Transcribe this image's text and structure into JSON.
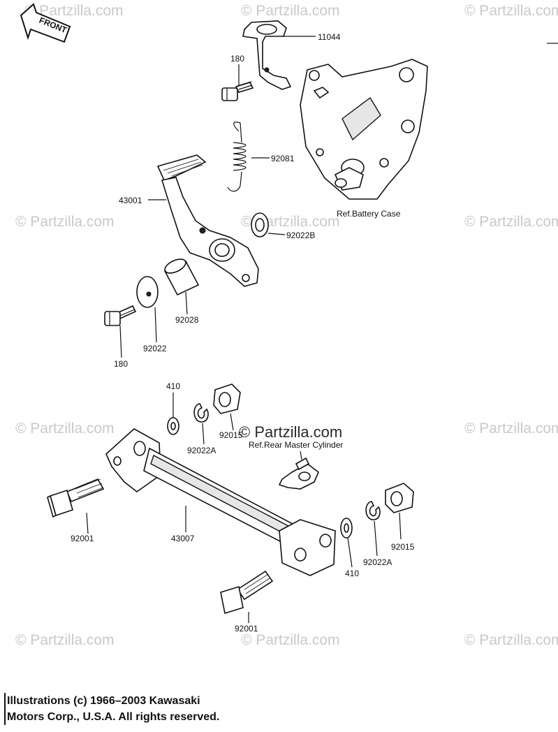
{
  "front_arrow": "FRONT",
  "watermark": "© Partzilla.com",
  "watermark_center": "© Partzilla.com",
  "refs": {
    "battery_case": "Ref.Battery Case",
    "rear_master_cylinder": "Ref.Rear Master Cylinder"
  },
  "callouts": {
    "c11044": "11044",
    "c180_top": "180",
    "c92081": "92081",
    "c43001": "43001",
    "c92022B": "92022B",
    "c92028": "92028",
    "c92022": "92022",
    "c180_bottom": "180",
    "c410_top": "410",
    "c92015_top": "92015",
    "c92022A_top": "92022A",
    "c92001_left": "92001",
    "c43007": "43007",
    "c410_right": "410",
    "c92022A_right": "92022A",
    "c92015_right": "92015",
    "c92001_bottom": "92001"
  },
  "copyright": {
    "line1": "Illustrations (c) 1966–2003 Kawasaki",
    "line2": "Motors Corp., U.S.A.  All rights reserved."
  }
}
